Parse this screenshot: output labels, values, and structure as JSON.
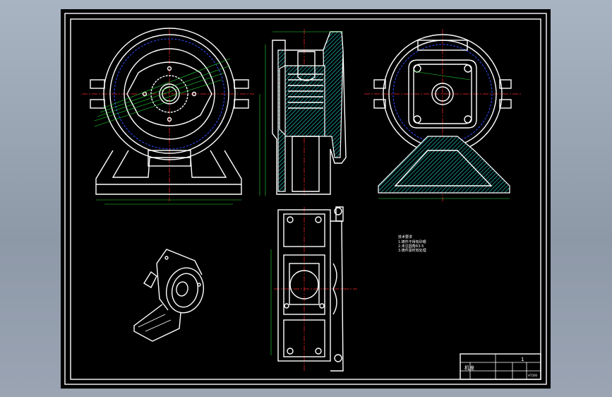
{
  "drawing": {
    "technical_requirements": {
      "heading": "技术要求",
      "lines": [
        "1.铸件不得有砂眼",
        "2.未注圆角R3-5",
        "3.铸件需时效处理"
      ]
    },
    "title_block": {
      "name": "机座",
      "quantity": "1",
      "material": "HT200"
    }
  },
  "colors": {
    "background": "#000000",
    "outline": "#ffffff",
    "hidden_lines": "#2f4cff",
    "center_lines": "#ff2a2a",
    "dimensions": "#22dd33",
    "hatching": "#28e0e0"
  }
}
